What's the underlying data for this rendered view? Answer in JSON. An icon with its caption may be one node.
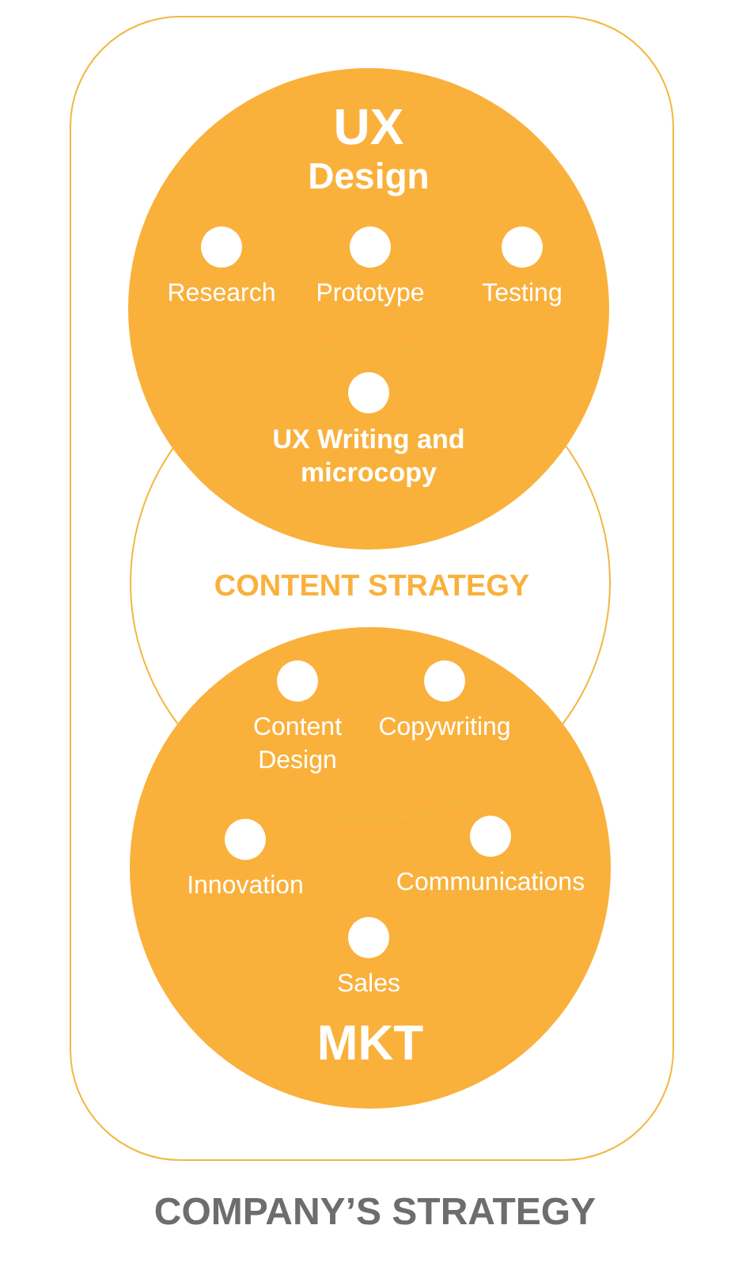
{
  "diagram": {
    "nodes": [
      {
        "text": [
          "COMPANY’S STRATEGY"
        ]
      },
      {
        "text": [
          "UX",
          "Design"
        ],
        "in": 0
      },
      {
        "text": [
          "Research"
        ],
        "in": 1
      },
      {
        "text": [
          "Prototype"
        ],
        "in": 1
      },
      {
        "text": [
          "Testing"
        ],
        "in": 1
      },
      {
        "text": [
          "CONTENT STRATEGY"
        ],
        "in": 0
      },
      {
        "text": [
          "UX Writing and microcopy"
        ]
      },
      {
        "text": [
          "MKT"
        ],
        "in": 0
      },
      {
        "text": [
          "Content Design"
        ]
      },
      {
        "text": [
          "Copywriting"
        ]
      },
      {
        "text": [
          "Innovation"
        ],
        "in": 7
      },
      {
        "text": [
          "Communications"
        ],
        "in": 7
      },
      {
        "text": [
          "Sales"
        ],
        "in": 7
      }
    ],
    "edges": []
  }
}
